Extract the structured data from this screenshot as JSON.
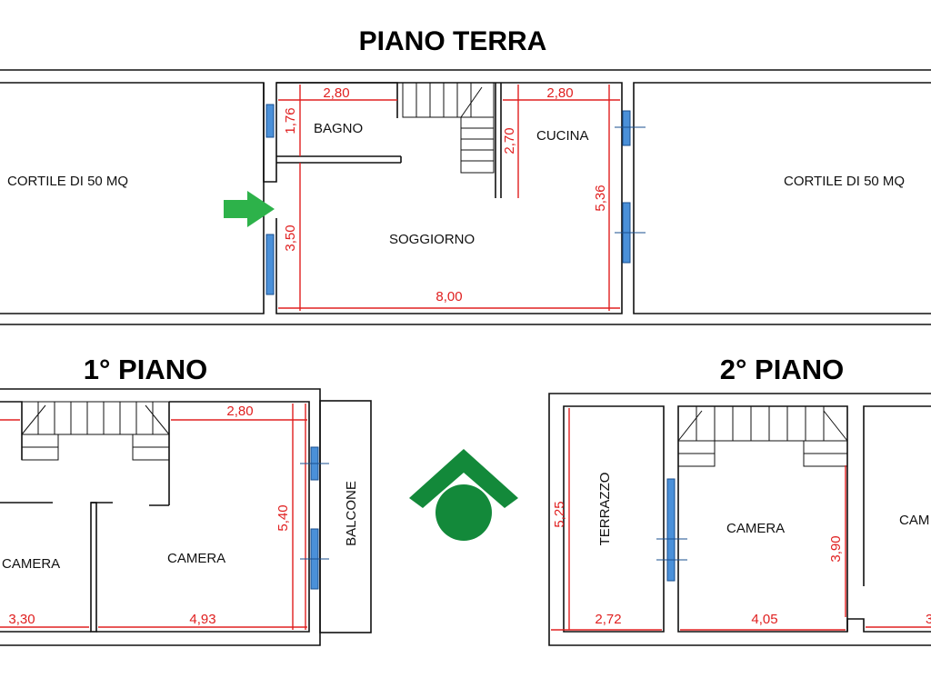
{
  "ground_floor": {
    "title": "PIANO TERRA",
    "rooms": {
      "courtyard_left": "CORTILE DI 50 MQ",
      "bathroom": "BAGNO",
      "kitchen": "CUCINA",
      "living": "SOGGIORNO",
      "courtyard_right": "CORTILE DI 50 MQ"
    },
    "dims": {
      "bath_width": "2,80",
      "bath_depth": "1,76",
      "kitchen_width": "2,80",
      "kitchen_depth": "2,70",
      "living_depth_left": "3,50",
      "living_depth_right": "5,36",
      "total_width": "8,00"
    }
  },
  "first_floor": {
    "title": "1° PIANO",
    "rooms": {
      "room_a": "CAMERA",
      "room_b": "CAMERA",
      "balcony": "BALCONE"
    },
    "dims": {
      "top_width": "2,80",
      "depth": "5,40",
      "room_a_width": "3,30",
      "room_b_width": "4,93"
    }
  },
  "second_floor": {
    "title": "2° PIANO",
    "rooms": {
      "terrace": "TERRAZZO",
      "room_a": "CAMERA",
      "room_b": "CAM"
    },
    "dims": {
      "terrace_depth": "5,25",
      "terrace_width": "2,72",
      "room_a_width": "4,05",
      "room_b_depth": "3,90",
      "room_b_width_partial": "3"
    }
  },
  "colors": {
    "dimension_red": "#e02020",
    "window_blue": "#4a90d9",
    "arrow_green": "#2db24a",
    "logo_green": "#13893a"
  },
  "icons": {
    "entrance": "entrance-arrow-icon",
    "logo": "agency-logo-icon"
  }
}
